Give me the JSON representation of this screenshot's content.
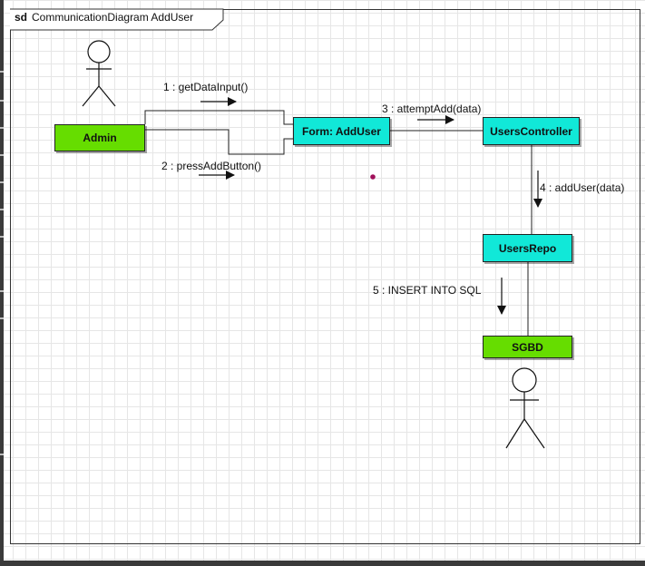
{
  "diagram": {
    "frame_keyword": "sd",
    "frame_title": "CommunicationDiagram AddUser",
    "nodes": {
      "admin": "Admin",
      "form": "Form: AddUser",
      "controller": "UsersController",
      "repo": "UsersRepo",
      "sgbd": "SGBD"
    },
    "messages": {
      "m1": "1 : getDataInput()",
      "m2": "2 : pressAddButton()",
      "m3": "3 : attemptAdd(data)",
      "m4": "4 : addUser(data)",
      "m5": "5 : INSERT INTO SQL"
    },
    "colors": {
      "actor_box": "#66dd00",
      "object_box": "#11e8d8",
      "marker_dot": "#a0105a"
    }
  }
}
